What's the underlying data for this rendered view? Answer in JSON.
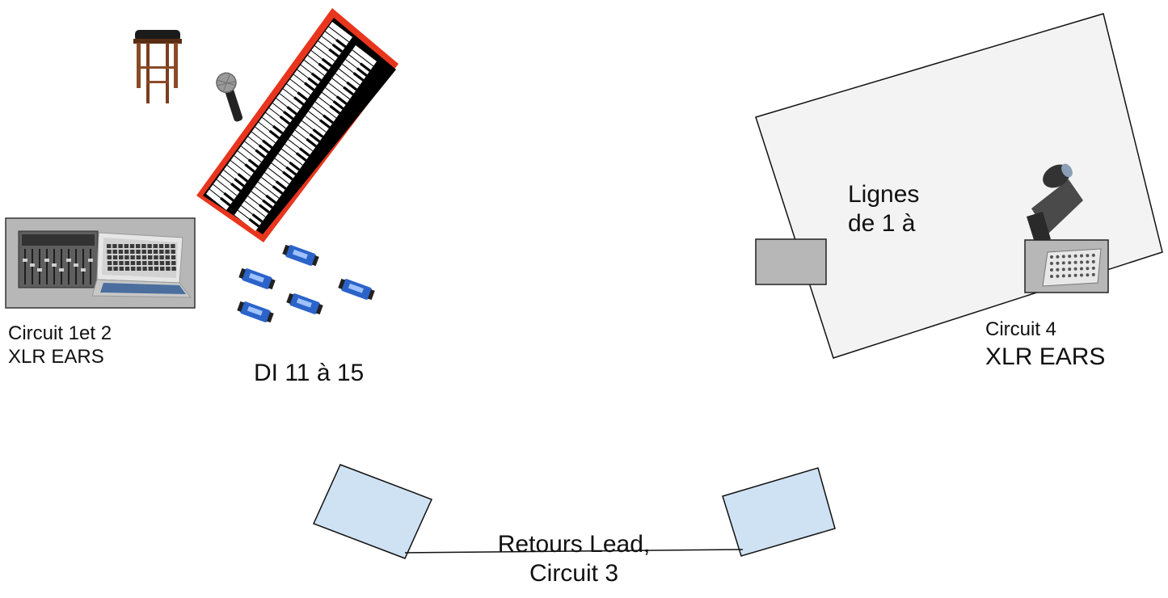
{
  "labels": {
    "circuit_1_2": [
      "Circuit 1et 2",
      "XLR EARS"
    ],
    "di": "DI 11 à 15",
    "lignes": [
      "Lignes",
      "de 1 à"
    ],
    "circuit_4": [
      "Circuit 4",
      "XLR EARS"
    ],
    "retours": [
      "Retours Lead,",
      "Circuit 3"
    ]
  },
  "colors": {
    "riser_fill": "#f3f3f3",
    "wedge_fill": "#cfe2f3",
    "box_fill": "#b7b7b7",
    "keyboard_red": "#e8351e",
    "di_blue": "#2b63c9"
  }
}
